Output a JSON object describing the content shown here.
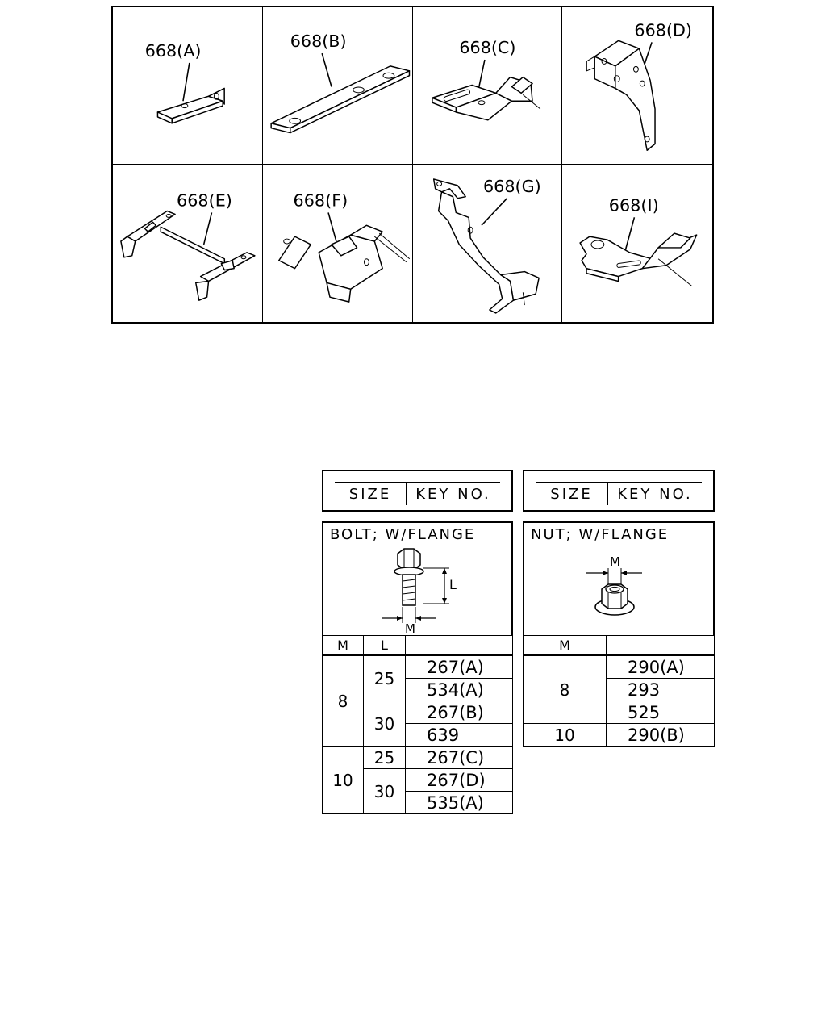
{
  "brackets": [
    {
      "label": "668(A)"
    },
    {
      "label": "668(B)"
    },
    {
      "label": "668(C)"
    },
    {
      "label": "668(D)"
    },
    {
      "label": "668(E)"
    },
    {
      "label": "668(F)"
    },
    {
      "label": "668(G)"
    },
    {
      "label": "668(I)"
    }
  ],
  "bolt_header": {
    "size": "SIZE",
    "key": "KEY NO."
  },
  "nut_header": {
    "size": "SIZE",
    "key": "KEY NO."
  },
  "bolt": {
    "title": "BOLT; W/FLANGE",
    "dim_l": "L",
    "dim_m": "M",
    "col_m": "M",
    "col_l": "L",
    "rows": {
      "m8": "8",
      "m10": "10",
      "l25a": "25",
      "l30a": "30",
      "l25b": "25",
      "l30b": "30",
      "k1": "267(A)",
      "k2": "534(A)",
      "k3": "267(B)",
      "k4": "639",
      "k5": "267(C)",
      "k6": "267(D)",
      "k7": "535(A)"
    }
  },
  "nut": {
    "title": "NUT; W/FLANGE",
    "dim_m": "M",
    "col_m": "M",
    "rows": {
      "m8": "8",
      "m10": "10",
      "k1": "290(A)",
      "k2": "293",
      "k3": "525",
      "k4": "290(B)"
    }
  }
}
